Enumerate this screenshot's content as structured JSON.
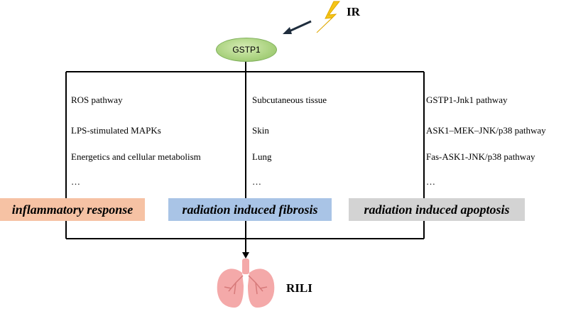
{
  "ir_label": "IR",
  "center_node": "GSTP1",
  "columns": [
    {
      "items": [
        "ROS pathway",
        "LPS-stimulated MAPKs",
        "Energetics and cellular metabolism",
        "…"
      ],
      "box_label": "inflammatory response",
      "box_color": "#f6c2a4"
    },
    {
      "items": [
        "Subcutaneous tissue",
        "Skin",
        "Lung",
        "…"
      ],
      "box_label": "radiation induced fibrosis",
      "box_color": "#a9c4e6"
    },
    {
      "items": [
        "GSTP1-Jnk1 pathway",
        "ASK1–MEK–JNK/p38 pathway",
        "Fas-ASK1-JNK/p38 pathway",
        "…"
      ],
      "box_label": "radiation induced apoptosis",
      "box_color": "#d3d3d3"
    }
  ],
  "outcome_label": "RILI",
  "colors": {
    "lightning": "#f5c518",
    "lung": "#f4a9a9",
    "lung_vessels": "#d77a7a",
    "node": "#aad27f",
    "arrow": "#1f2d3d"
  },
  "icons": [
    "lightning-bolt-icon",
    "lungs-icon"
  ]
}
